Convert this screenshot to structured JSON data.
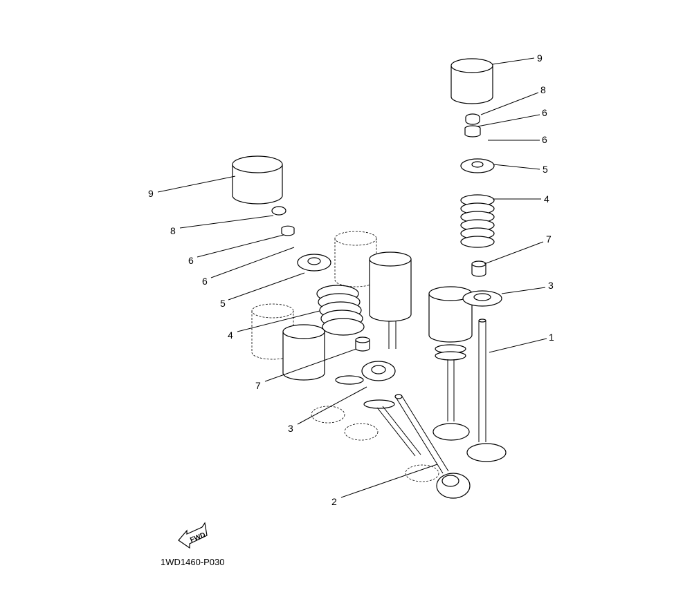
{
  "diagram_code": "1WD1460-P030",
  "fwd_label": "FWD",
  "callouts_right": [
    "9",
    "8",
    "6",
    "6",
    "5",
    "4",
    "7",
    "3",
    "1"
  ],
  "callouts_left": [
    "9",
    "8",
    "6",
    "6",
    "5",
    "4",
    "7",
    "3",
    "2"
  ]
}
